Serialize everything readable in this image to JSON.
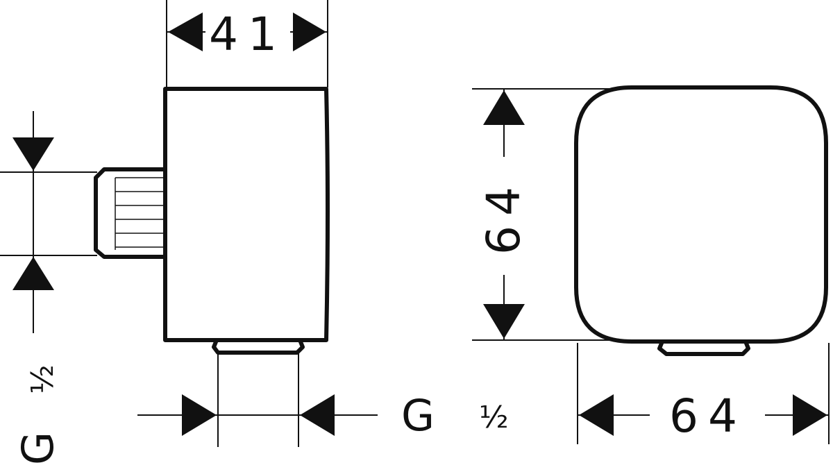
{
  "drawing": {
    "side_view": {
      "width_label": "41",
      "thread_label_g": "G",
      "thread_label_fraction": "½"
    },
    "bottom_outlet": {
      "thread_label_g": "G",
      "thread_label_fraction": "½"
    },
    "front_view": {
      "height_label": "64",
      "width_label": "64"
    }
  }
}
